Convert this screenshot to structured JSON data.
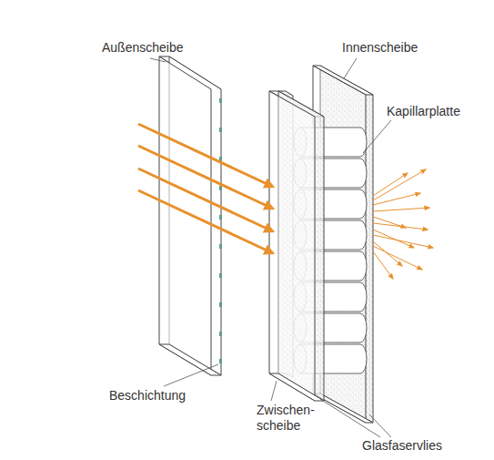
{
  "diagram": {
    "labels": [
      "Außenscheibe",
      "Innenscheibe",
      "Kapillarplatte",
      "Beschichtung",
      "Zwischen- scheibe",
      "Glasfaservlies"
    ]
  }
}
